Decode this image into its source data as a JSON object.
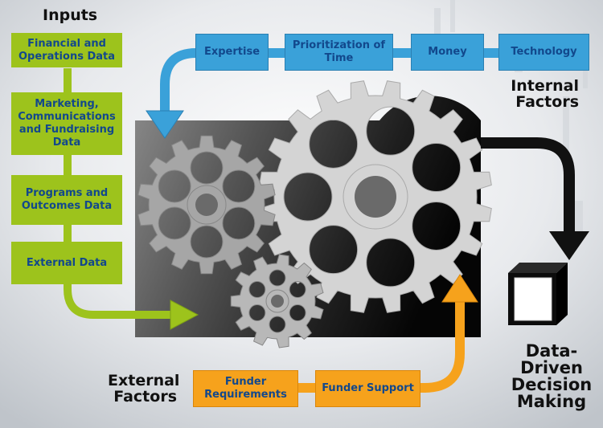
{
  "inputs": {
    "heading": "Inputs",
    "items": [
      {
        "label": "Financial and Operations Data"
      },
      {
        "label": "Marketing, Communications and Fundraising Data"
      },
      {
        "label": "Programs and Outcomes Data"
      },
      {
        "label": "External Data"
      }
    ]
  },
  "internal": {
    "heading_line1": "Internal",
    "heading_line2": "Factors",
    "items": [
      {
        "label": "Expertise"
      },
      {
        "label": "Prioritization of Time"
      },
      {
        "label": "Money"
      },
      {
        "label": "Technology"
      }
    ]
  },
  "external": {
    "heading_line1": "External",
    "heading_line2": "Factors",
    "items": [
      {
        "label": "Funder Requirements"
      },
      {
        "label": "Funder Support"
      }
    ]
  },
  "output": {
    "line1": "Data-",
    "line2": "Driven",
    "line3": "Decision",
    "line4": "Making"
  },
  "colors": {
    "green": "#9dc31c",
    "blue": "#3aa1d9",
    "orange": "#f6a21c",
    "text_blue": "#12488c"
  }
}
